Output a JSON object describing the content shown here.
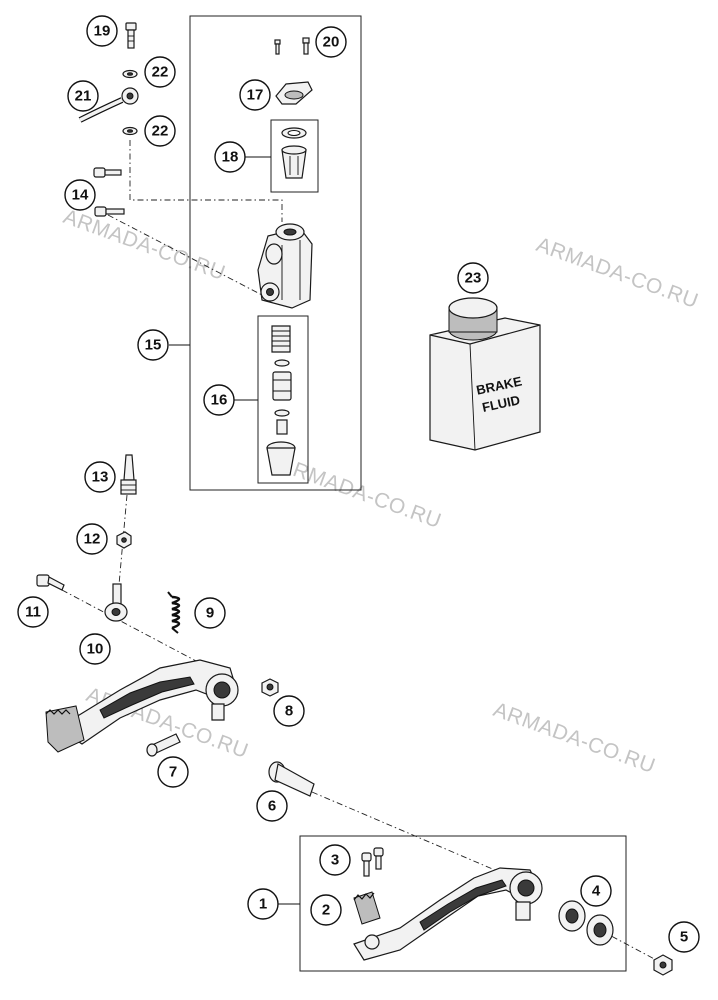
{
  "watermark": "ARMADA-CO.RU",
  "bottle": {
    "line1": "BRAKE",
    "line2": "FLUID"
  },
  "callouts": {
    "c1": "1",
    "c2": "2",
    "c3": "3",
    "c4": "4",
    "c5": "5",
    "c6": "6",
    "c7": "7",
    "c8": "8",
    "c9": "9",
    "c10": "10",
    "c11": "11",
    "c12": "12",
    "c13": "13",
    "c14": "14",
    "c15": "15",
    "c16": "16",
    "c17": "17",
    "c18": "18",
    "c19": "19",
    "c20": "20",
    "c21": "21",
    "c22a": "22",
    "c22b": "22",
    "c23": "23"
  }
}
